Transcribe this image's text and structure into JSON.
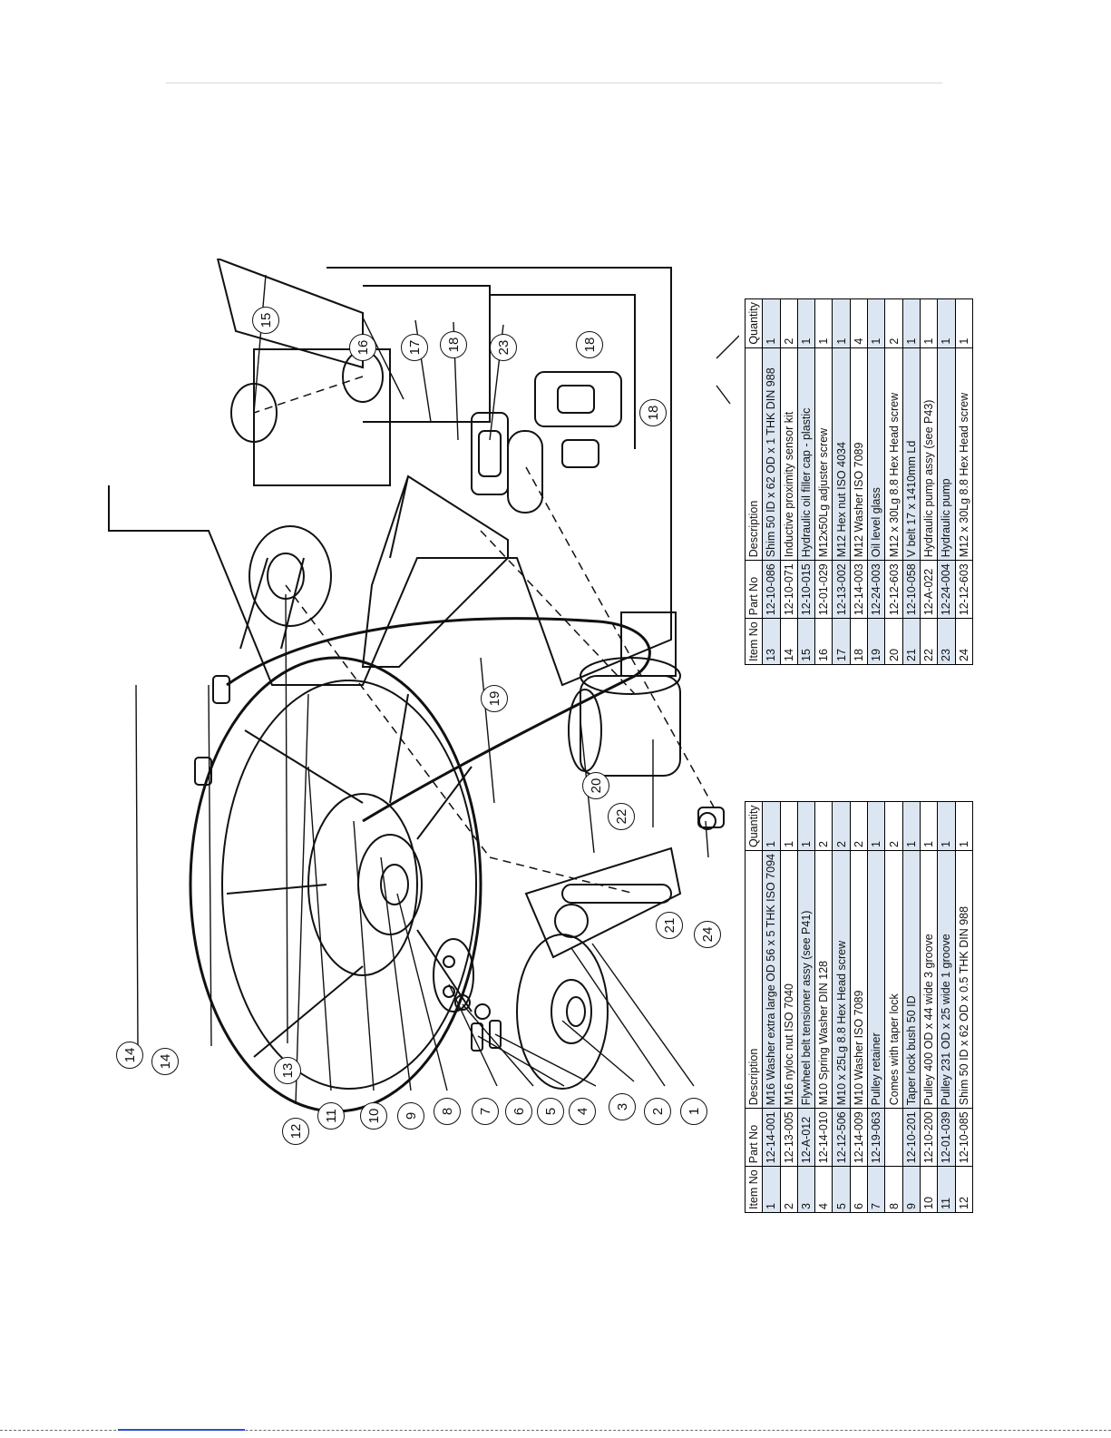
{
  "parts_table": {
    "headers": [
      "Item No",
      "Part No",
      "Description",
      "Quantity"
    ],
    "left_rows": [
      [
        "1",
        "12-14-001",
        "M16 Washer extra large OD 56 x 5 THK ISO 7094",
        "1"
      ],
      [
        "2",
        "12-13-005",
        "M16 nyloc nut ISO 7040",
        "1"
      ],
      [
        "3",
        "12-A-012",
        "Flywheel belt tensioner assy (see P41)",
        "1"
      ],
      [
        "4",
        "12-14-010",
        "M10 Spring Washer DIN 128",
        "2"
      ],
      [
        "5",
        "12-12-506",
        "M10 x 25Lg 8.8 Hex Head screw",
        "2"
      ],
      [
        "6",
        "12-14-009",
        "M10 Washer ISO 7089",
        "2"
      ],
      [
        "7",
        "12-19-063",
        "Pulley retainer",
        "1"
      ],
      [
        "8",
        "",
        "Comes with taper lock",
        "2"
      ],
      [
        "9",
        "12-10-201",
        "Taper lock bush 50 ID",
        "1"
      ],
      [
        "10",
        "12-10-200",
        "Pulley 400 OD x 44 wide 3 groove",
        "1"
      ],
      [
        "11",
        "12-01-039",
        "Pulley 231 OD x 25 wide 1 groove",
        "1"
      ],
      [
        "12",
        "12-10-085",
        "Shim 50 ID x 62 OD x 0.5 THK DIN 988",
        "1"
      ]
    ],
    "right_rows": [
      [
        "13",
        "12-10-086",
        "Shim 50 ID x 62 OD x 1 THK DIN 988",
        "1"
      ],
      [
        "14",
        "12-10-071",
        "Inductive proximity sensor kit",
        "2"
      ],
      [
        "15",
        "12-10-015",
        "Hydraulic oil filler cap - plastic",
        "1"
      ],
      [
        "16",
        "12-01-029",
        "M12x50Lg adjuster screw",
        "1"
      ],
      [
        "17",
        "12-13-002",
        "M12 Hex nut ISO 4034",
        "1"
      ],
      [
        "18",
        "12-14-003",
        "M12 Washer ISO 7089",
        "4"
      ],
      [
        "19",
        "12-24-003",
        "Oil level glass",
        "1"
      ],
      [
        "20",
        "12-12-603",
        "M12 x 30Lg 8.8 Hex Head screw",
        "2"
      ],
      [
        "21",
        "12-10-058",
        "V belt 17 x 1410mm Ld",
        "1"
      ],
      [
        "22",
        "12-A-022",
        "Hydraulic pump assy (see P43)",
        "1"
      ],
      [
        "23",
        "12-24-004",
        "Hydraulic pump",
        "1"
      ],
      [
        "24",
        "12-12-603",
        "M12 x 30Lg 8.8 Hex Head screw",
        "1"
      ]
    ]
  },
  "callouts": [
    "1",
    "2",
    "3",
    "4",
    "5",
    "6",
    "7",
    "8",
    "9",
    "10",
    "11",
    "12",
    "13",
    "14",
    "14",
    "15",
    "16",
    "17",
    "18",
    "18",
    "18",
    "19",
    "20",
    "21",
    "22",
    "23",
    "24"
  ]
}
